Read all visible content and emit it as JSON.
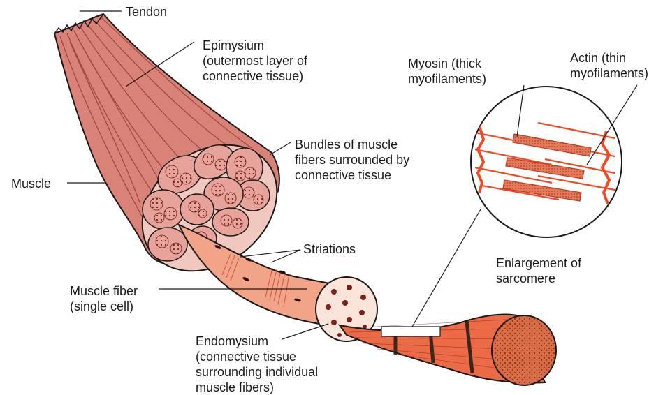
{
  "labels": {
    "tendon": "Tendon",
    "epimysium_1": "Epimysium",
    "epimysium_2": "(outermost layer of",
    "epimysium_3": "connective tissue)",
    "bundles_1": "Bundles of muscle",
    "bundles_2": "fibers surrounded by",
    "bundles_3": "connective tissue",
    "muscle": "Muscle",
    "myosin_1": "Myosin (thick",
    "myosin_2": "myofilaments)",
    "actin_1": "Actin (thin",
    "actin_2": "myofilaments)",
    "striations": "Striations",
    "enlargement_1": "Enlargement of",
    "enlargement_2": "sarcomere",
    "fiber_1": "Muscle fiber",
    "fiber_2": "(single cell)",
    "endomysium_1": "Endomysium",
    "endomysium_2": "(connective tissue",
    "endomysium_3": "surrounding individual",
    "endomysium_4": "muscle fibers)"
  },
  "colors": {
    "muscle": "#d98278",
    "muscle_dark": "#8a2e2a",
    "fascicle": "#e7a39a",
    "fiber": "#f2a488",
    "band": "#c8402e",
    "myofibril": "#ec6a45",
    "filament": "#f04a24",
    "line": "#1a1a1a"
  }
}
